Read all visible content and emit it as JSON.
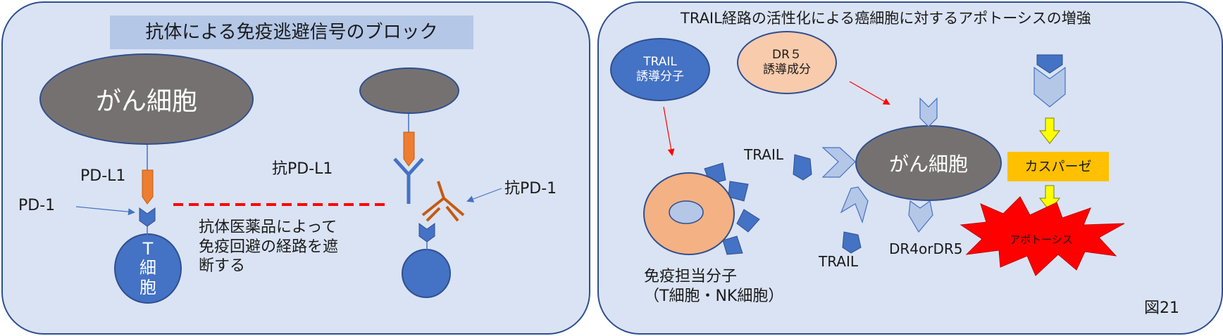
{
  "left_panel": {
    "title": "抗体による免疫逃避信号のブロック",
    "cancer_cell": "がん細胞",
    "pd_l1": "PD-L1",
    "pd_1": "PD-1",
    "t_cell_lines": [
      "T",
      "細",
      "胞"
    ],
    "anti_pd_l1": "抗PD-L1",
    "anti_pd_1": "抗PD-1",
    "drug_lines": [
      "抗体医薬品によって",
      "免疫回避の経路を遮",
      "断する"
    ]
  },
  "right_panel": {
    "title": "TRAIL経路の活性化による癌細胞に対するアポトーシスの増強",
    "trail_inducer": [
      "TRAIL",
      "誘導分子"
    ],
    "dr5_inducer": [
      "DR５",
      "誘導成分"
    ],
    "cancer_cell": "がん細胞",
    "trail_top": "TRAIL",
    "trail_bottom": "TRAIL",
    "dr_label": "DR4orDR5",
    "caspase": "カスパーゼ",
    "apoptosis": "アポトーシス",
    "immune_cell_lines": [
      "免疫担当分子",
      "（T細胞・NK細胞）"
    ],
    "figure_number": "図21"
  },
  "colors": {
    "panel_bg": "#dae3f3",
    "panel_border": "#2f4f8f",
    "title_bg": "#b4c7e7",
    "cancer_gray": "#767171",
    "blue": "#4472c4",
    "orange": "#ed7d31",
    "dark_orange": "#c55a11",
    "dashed_red": "#ff0000",
    "peach": "#f4b183",
    "light_blue": "#b4c7e7",
    "yellow": "#ffff00",
    "gold": "#ffc000"
  }
}
